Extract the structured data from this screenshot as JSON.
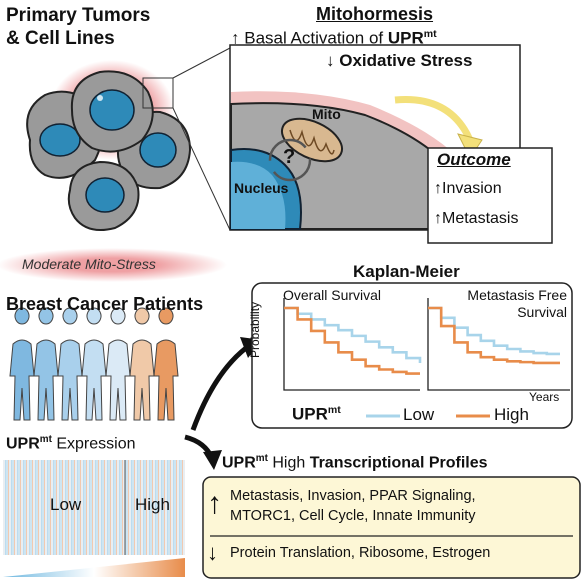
{
  "colors": {
    "cell_gray": "#9a9a9a",
    "nucleus_blue": "#2e8ab8",
    "tumor_glow": "#e8787c",
    "low_blue": "#a8d4ea",
    "high_orange": "#e88c4a",
    "outcome_yellow": "#f3e07a",
    "box_yellow": "#fdf7d6",
    "mito_brown": "#b48a5a"
  },
  "icons": [
    "up-arrow-icon",
    "down-arrow-icon",
    "curved-arrow-icon",
    "question-mark-icon"
  ],
  "top_left": {
    "title_line1": "Primary Tumors",
    "title_line2": "& Cell Lines",
    "stress_label": "Moderate Mito-Stress"
  },
  "mitohormesis": {
    "title": "Mitohormesis",
    "line1_prefix": "Basal Activation of ",
    "line1_strong": "UPR",
    "line1_sup": "mt",
    "line2": "Oxidative Stress",
    "mito_label": "Mito",
    "nucleus_label": "Nucleus",
    "question": "?"
  },
  "outcome": {
    "title": "Outcome",
    "item1": "Invasion",
    "item2": "Metastasis"
  },
  "patients": {
    "title": "Breast Cancer Patients",
    "expr_strong": "UPR",
    "expr_sup": "mt",
    "expr_rest": " Expression",
    "heat_low": "Low",
    "heat_high": "High"
  },
  "kaplan_meier": {
    "title": "Kaplan-Meier",
    "panel1_title": "Overall Survival",
    "panel2_title_line1": "Metastasis Free",
    "panel2_title_line2": "Survival",
    "ylabel": "Probability",
    "xlabel": "Years",
    "legend_strong": "UPR",
    "legend_sup": "mt",
    "legend_low": "Low",
    "legend_high": "High"
  },
  "chart_data": [
    {
      "type": "line",
      "title": "Overall Survival",
      "xlabel": "Years",
      "ylabel": "Probability",
      "x": [
        0,
        1,
        2,
        3,
        4,
        5,
        6,
        7,
        8,
        9,
        10
      ],
      "series": [
        {
          "name": "Low",
          "values": [
            1.0,
            0.93,
            0.86,
            0.79,
            0.73,
            0.66,
            0.59,
            0.52,
            0.46,
            0.39,
            0.33
          ]
        },
        {
          "name": "High",
          "values": [
            1.0,
            0.86,
            0.72,
            0.58,
            0.46,
            0.37,
            0.29,
            0.25,
            0.22,
            0.2,
            0.2
          ]
        }
      ],
      "ylim": [
        0,
        1
      ]
    },
    {
      "type": "line",
      "title": "Metastasis Free Survival",
      "xlabel": "Years",
      "ylabel": "Probability",
      "x": [
        0,
        1,
        2,
        3,
        4,
        5,
        6,
        7,
        8,
        9,
        10
      ],
      "series": [
        {
          "name": "Low",
          "values": [
            1.0,
            0.88,
            0.76,
            0.67,
            0.6,
            0.54,
            0.5,
            0.47,
            0.45,
            0.44,
            0.44
          ]
        },
        {
          "name": "High",
          "values": [
            1.0,
            0.78,
            0.58,
            0.46,
            0.4,
            0.37,
            0.35,
            0.34,
            0.33,
            0.33,
            0.33
          ]
        }
      ],
      "ylim": [
        0,
        1
      ]
    }
  ],
  "profiles": {
    "title_strong": "UPR",
    "title_sup": "mt",
    "title_mid": " High ",
    "title_bold2": "Transcriptional Profiles",
    "up_line1": "Metastasis, Invasion, PPAR Signaling,",
    "up_line2": "MTORC1, Cell Cycle, Innate Immunity",
    "down_line": "Protein Translation, Ribosome, Estrogen"
  },
  "arrows": {
    "up": "↑",
    "down": "↓"
  }
}
